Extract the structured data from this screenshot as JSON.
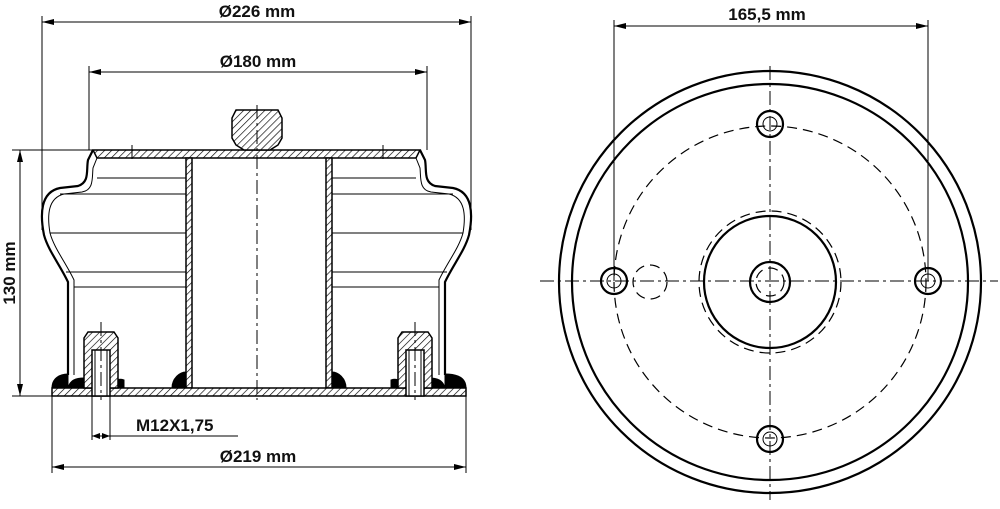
{
  "dimensions": {
    "outer_diameter": "Ø226 mm",
    "top_plate_diameter": "Ø180 mm",
    "height": "130 mm",
    "base_diameter": "Ø219 mm",
    "thread": "M12X1,75",
    "bolt_spacing": "165,5 mm"
  }
}
